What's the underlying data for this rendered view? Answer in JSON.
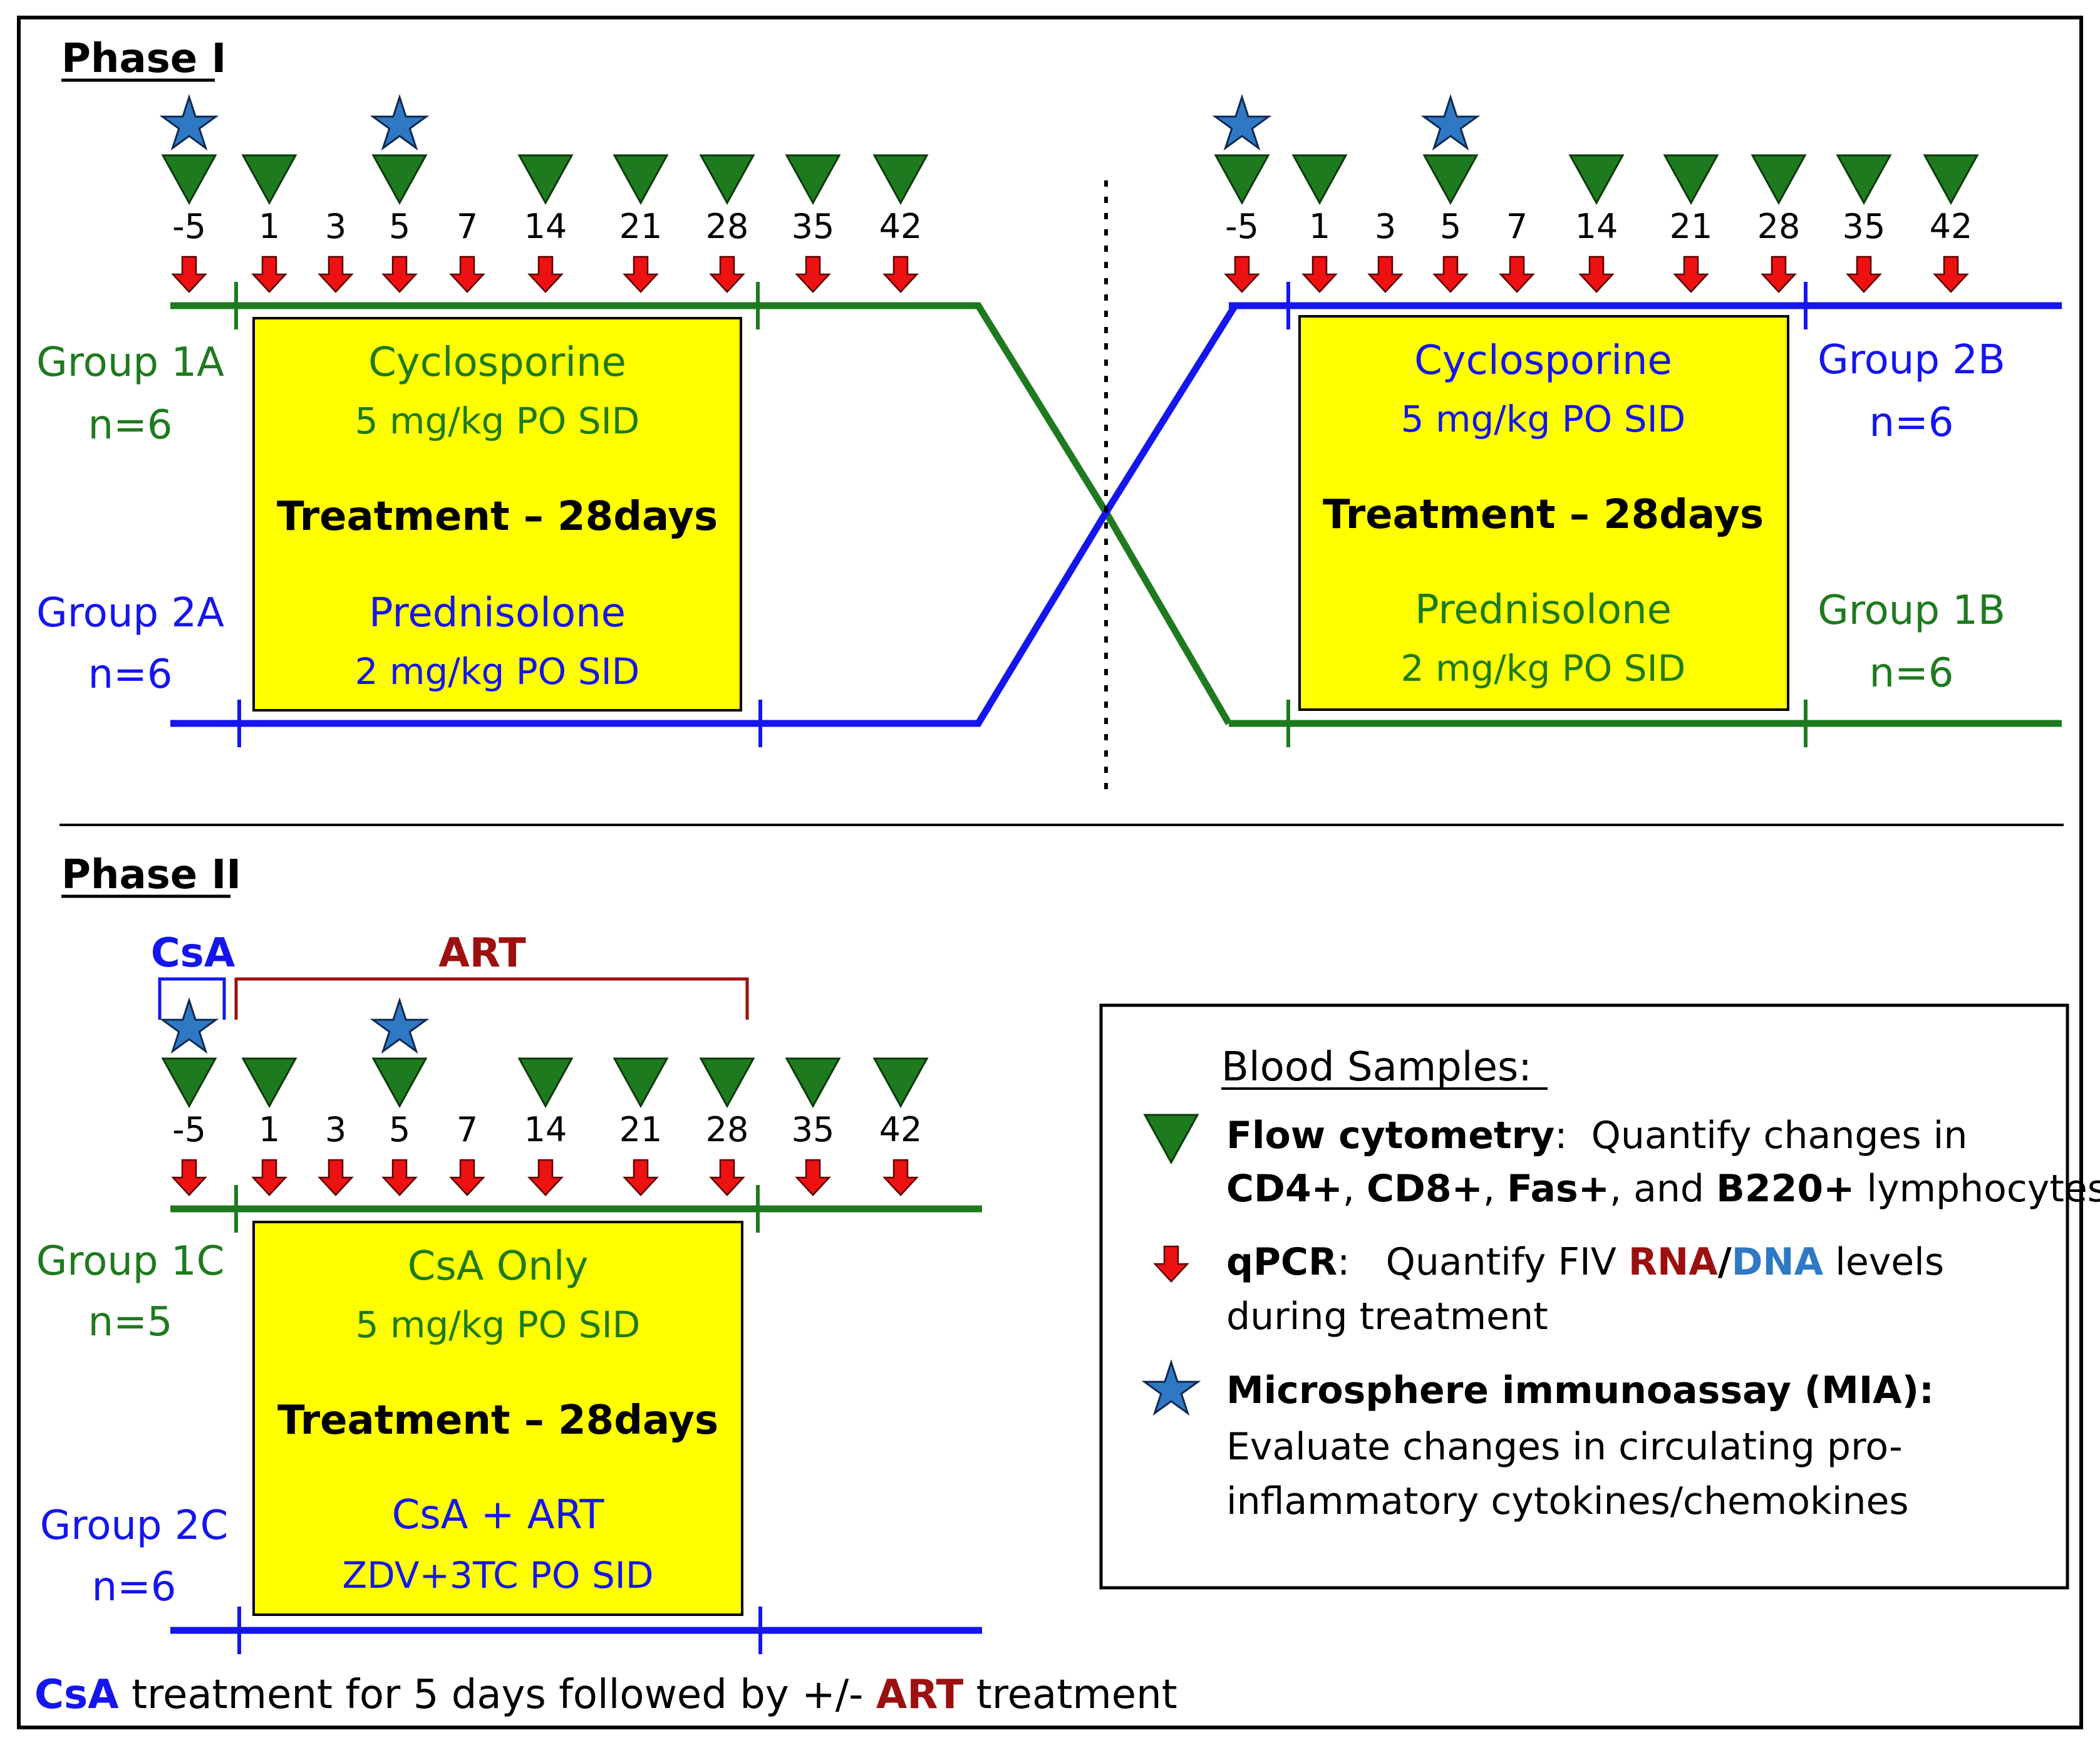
{
  "colors": {
    "green": "#1e7a1e",
    "blue": "#1515ee",
    "red": "#ee1111",
    "dark_red": "#9c1010",
    "star_blue": "#2f78c4",
    "yellow": "#ffff00",
    "legend_dna_blue": "#2f78c4"
  },
  "days": [
    "-5",
    "1",
    "3",
    "5",
    "7",
    "14",
    "21",
    "28",
    "35",
    "42"
  ],
  "phase1": {
    "title": "Phase I",
    "left": {
      "group_top": "Group 1A",
      "group_top_n": "n=6",
      "group_bottom": "Group 2A",
      "group_bottom_n": "n=6",
      "drug_top": "Cyclosporine",
      "dose_top": "5 mg/kg PO SID",
      "treatment": "Treatment – 28days",
      "drug_bottom": "Prednisolone",
      "dose_bottom": "2 mg/kg PO SID"
    },
    "right": {
      "group_top": "Group 2B",
      "group_top_n": "n=6",
      "group_bottom": "Group 1B",
      "group_bottom_n": "n=6",
      "drug_top": "Cyclosporine",
      "dose_top": "5 mg/kg PO SID",
      "treatment": "Treatment – 28days",
      "drug_bottom": "Prednisolone",
      "dose_bottom": "2 mg/kg PO SID"
    }
  },
  "phase2": {
    "title": "Phase II",
    "csa_bracket": "CsA",
    "art_bracket": "ART",
    "group_top": "Group 1C",
    "group_top_n": "n=5",
    "group_bottom": "Group 2C",
    "group_bottom_n": "n=6",
    "drug_top": "CsA Only",
    "dose_top": "5 mg/kg PO SID",
    "treatment": "Treatment – 28days",
    "drug_bottom": "CsA + ART",
    "dose_bottom": "ZDV+3TC PO SID",
    "caption_csa": "CsA",
    "caption_mid": " treatment for 5 days followed by +/- ",
    "caption_art": "ART",
    "caption_end": " treatment"
  },
  "legend": {
    "title": "Blood Samples:",
    "flow_bold": "Flow cytometry",
    "flow_rest": ":  Quantify changes in",
    "flow_l2_cd4": "CD4+",
    "flow_l2_sep1": ", ",
    "flow_l2_cd8": "CD8+",
    "flow_l2_sep2": ", ",
    "flow_l2_fas": "Fas+",
    "flow_l2_and": ", and ",
    "flow_l2_b220": "B220+",
    "flow_l2_end": " lymphocytes",
    "qpcr_bold": "qPCR",
    "qpcr_rest": ":   Quantify FIV ",
    "qpcr_rna": "RNA",
    "qpcr_slash": "/",
    "qpcr_dna": "DNA",
    "qpcr_levels": " levels",
    "qpcr_l2": "during treatment",
    "mia_bold": "Microsphere immunoassay (MIA):",
    "mia_l2": "Evaluate changes in circulating pro-",
    "mia_l3": "inflammatory cytokines/chemokines"
  }
}
